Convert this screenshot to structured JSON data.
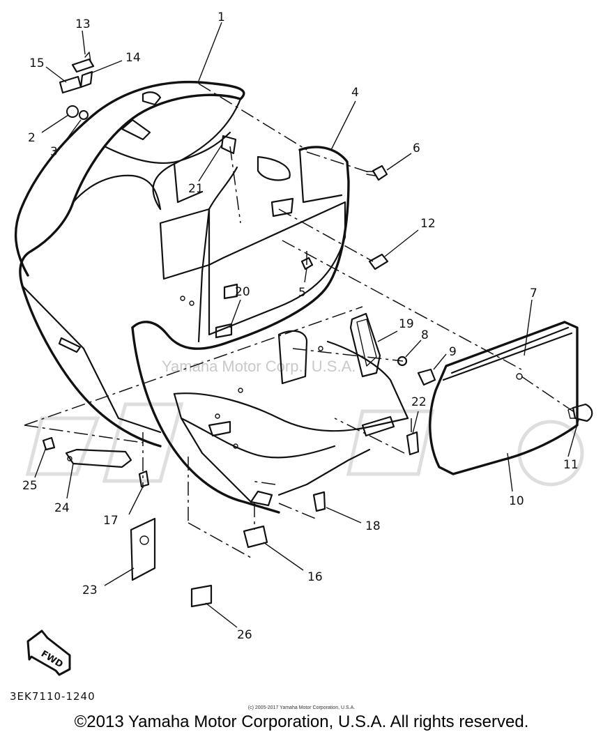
{
  "callouts": [
    "1",
    "2",
    "3",
    "4",
    "5",
    "6",
    "7",
    "8",
    "9",
    "10",
    "11",
    "12",
    "13",
    "14",
    "15",
    "16",
    "17",
    "18",
    "19",
    "20",
    "21",
    "22",
    "23",
    "24",
    "25",
    "26"
  ],
  "fwd_label": "FWD",
  "watermark": "Yamaha Motor Corp., U.S.A.",
  "part_code": "3EK7110-1240",
  "small_copyright": "(c) 2005-2017 Yamaha Motor Corporation, U.S.A.",
  "copyright": "©2013 Yamaha Motor Corporation, U.S.A. All rights reserved."
}
